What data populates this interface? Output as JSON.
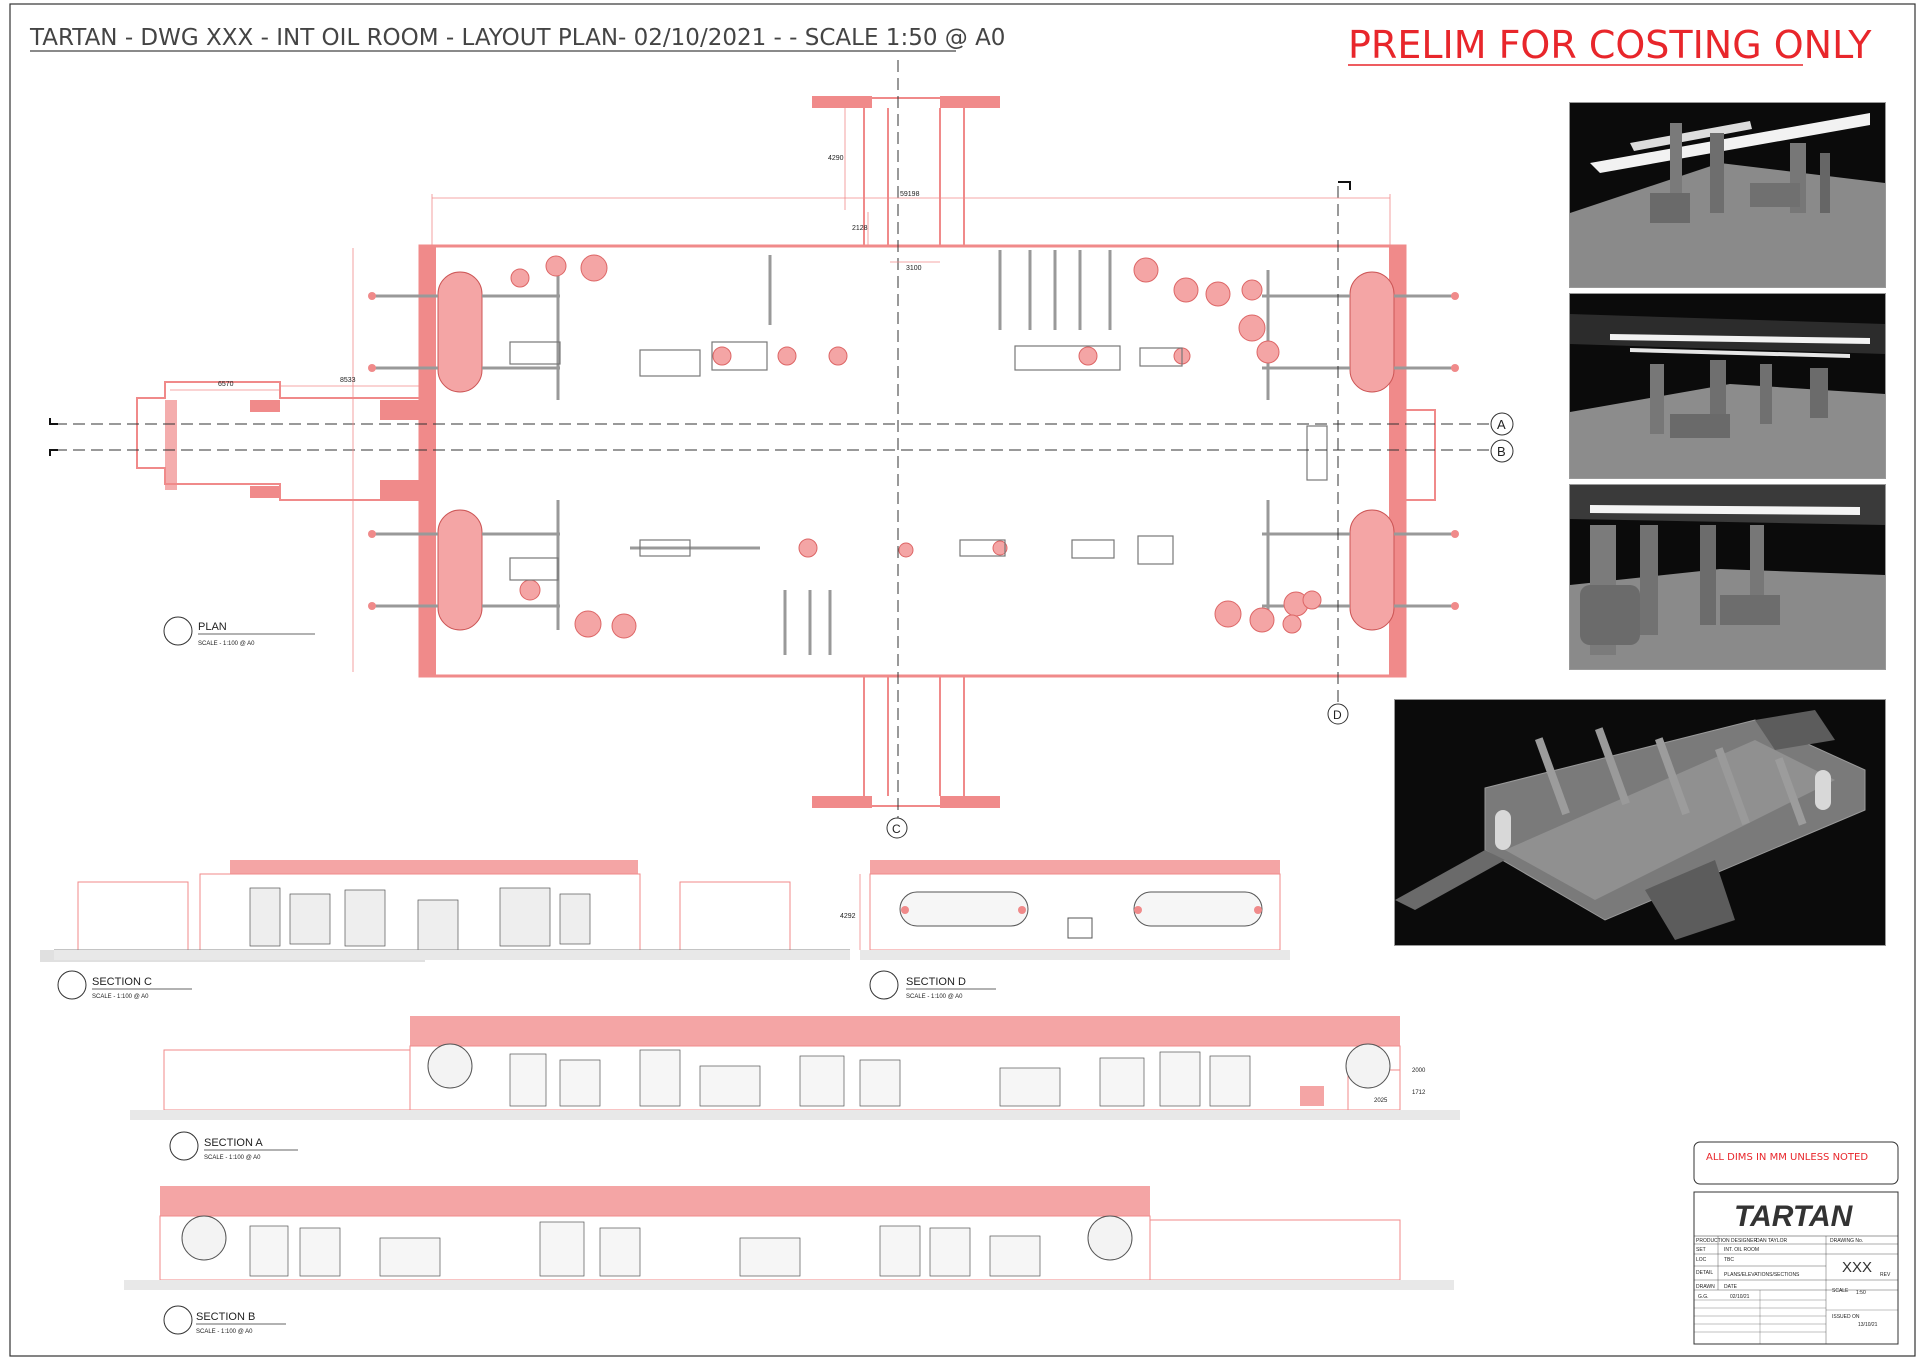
{
  "sheet": {
    "title": "TARTAN - DWG XXX - INT OIL ROOM -  LAYOUT PLAN- 02/10/2021 - - SCALE 1:50 @ A0",
    "prelim_note": "PRELIM FOR COSTING ONLY",
    "dims_note": "ALL DIMS IN MM UNLESS NOTED",
    "accent_color": "#f08a8a",
    "prelim_color": "#e8262b"
  },
  "views": {
    "plan": {
      "label": "PLAN",
      "scale": "SCALE - 1:100 @ A0"
    },
    "section_c": {
      "label": "SECTION C",
      "scale": "SCALE - 1:100 @ A0"
    },
    "section_d": {
      "label": "SECTION D",
      "scale": "SCALE - 1:100 @ A0"
    },
    "section_a": {
      "label": "SECTION A",
      "scale": "SCALE - 1:100 @ A0"
    },
    "section_b": {
      "label": "SECTION B",
      "scale": "SCALE - 1:100 @ A0"
    }
  },
  "section_markers": {
    "a": "A",
    "b": "B",
    "c": "C",
    "d": "D"
  },
  "dimensions": {
    "overall_width": "59198",
    "left_wing_a": "6570",
    "left_wing_b": "8533",
    "top_gap": "4290",
    "top_short": "3100",
    "top_opening": "2128",
    "sect_d_height": "4292",
    "sect_a_h1": "2000",
    "sect_a_h2": "1712",
    "sect_a_w": "2025"
  },
  "title_block": {
    "brand": "TARTAN",
    "production_designer_label": "PRODUCTION DESIGNER",
    "production_designer": "DAN TAYLOR",
    "drawing_no_label": "DRAWING No.",
    "drawing_no": "XXX",
    "set_label": "SET",
    "set": "INT. OIL ROOM",
    "loc_label": "LOC",
    "loc": "TBC",
    "detail_label": "DETAIL",
    "detail": "PLANS/ELEVATIONS/SECTIONS",
    "rev_label": "REV",
    "drawn_label": "DRAWN",
    "drawn": "G.G.",
    "date_label": "DATE",
    "date": "02/10/21",
    "scale_label": "SCALE",
    "scale": "1:50",
    "issued_label": "ISSUED ON",
    "issued": "13/10/21"
  }
}
